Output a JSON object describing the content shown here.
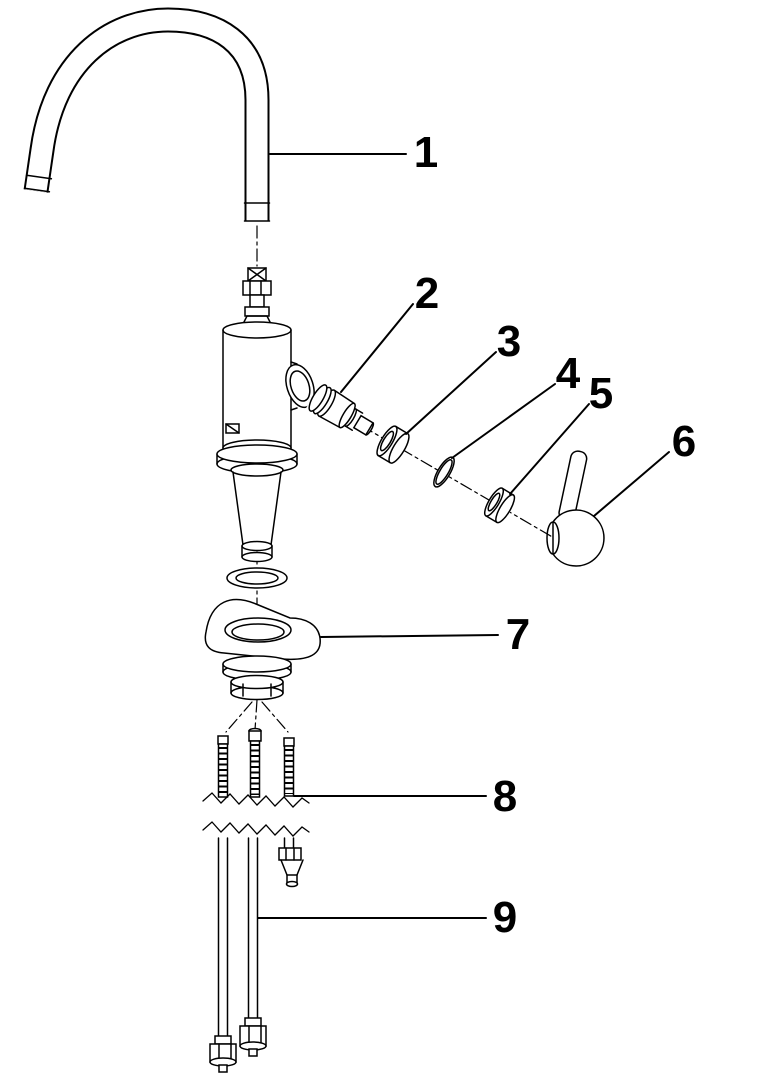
{
  "diagram": {
    "type": "exploded-parts-diagram",
    "colors": {
      "line": "#000000",
      "background": "#ffffff"
    },
    "callouts": [
      {
        "label": "1",
        "part": "spout"
      },
      {
        "label": "2",
        "part": "cartridge"
      },
      {
        "label": "3",
        "part": "cartridge-retaining-nut"
      },
      {
        "label": "4",
        "part": "o-ring"
      },
      {
        "label": "5",
        "part": "trim-cap"
      },
      {
        "label": "6",
        "part": "lever-handle"
      },
      {
        "label": "7",
        "part": "base-escutcheon"
      },
      {
        "label": "8",
        "part": "inlet-studs"
      },
      {
        "label": "9",
        "part": "supply-hoses"
      }
    ]
  }
}
